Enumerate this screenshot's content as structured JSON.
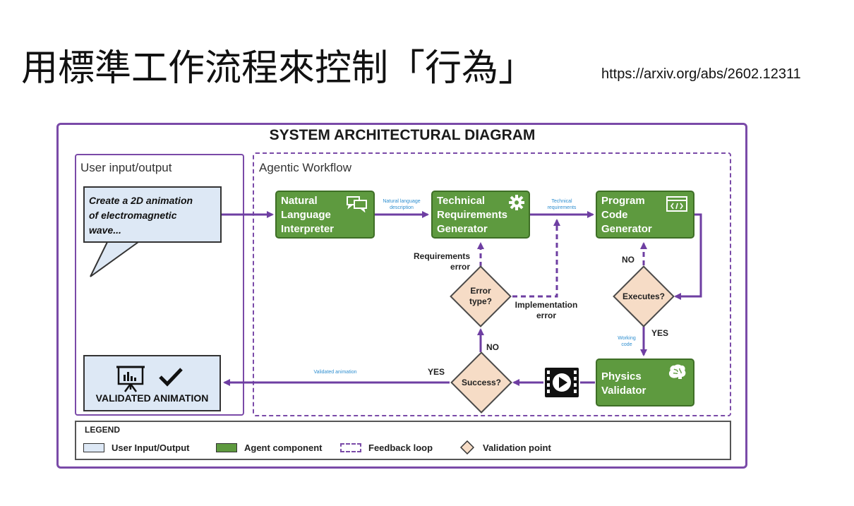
{
  "slide": {
    "title": "用標準工作流程來控制「行為」",
    "url": "https://arxiv.org/abs/2602.12311"
  },
  "diagram": {
    "title": "SYSTEM ARCHITECTURAL DIAGRAM",
    "sections": {
      "user": "User input/output",
      "agentic": "Agentic Workflow"
    },
    "input_bubble": "Create a 2D animation\nof electromagnetic\nwave...",
    "output_label": "VALIDATED ANIMATION",
    "nodes": {
      "nli": "Natural\nLanguage\nInterpreter",
      "trg": "Technical\nRequirements\nGenerator",
      "pcg": "Program\nCode\nGenerator",
      "pv": "Physics\nValidator"
    },
    "decisions": {
      "error_type": "Error\ntype?",
      "executes": "Executes?",
      "success": "Success?"
    },
    "edge_labels": {
      "nl_description": "Natural language\ndescription",
      "tech_requirements": "Technical\nrequirements",
      "working_code": "Working\ncode",
      "validated_animation": "Validated animation",
      "requirements_error": "Requirements\nerror",
      "implementation_error": "Implementation\nerror",
      "no_exec": "NO",
      "yes_exec": "YES",
      "no_success": "NO",
      "yes_success": "YES"
    },
    "icons": {
      "nli": "speech-bubbles-icon",
      "trg": "gear-icon",
      "pcg": "code-window-icon",
      "pv": "brain-icon",
      "video": "video-play-icon",
      "presentation": "presentation-chart-icon",
      "check": "checkmark-icon"
    },
    "colors": {
      "frame": "#7a4aa8",
      "agent": "#5e9a3f",
      "user_io": "#dde8f5",
      "validation": "#f6dcc6",
      "edge_label_blue": "#2f8fd0"
    },
    "legend": {
      "title": "LEGEND",
      "user_io": "User Input/Output",
      "agent": "Agent component",
      "loop": "Feedback loop",
      "validation": "Validation point"
    }
  }
}
